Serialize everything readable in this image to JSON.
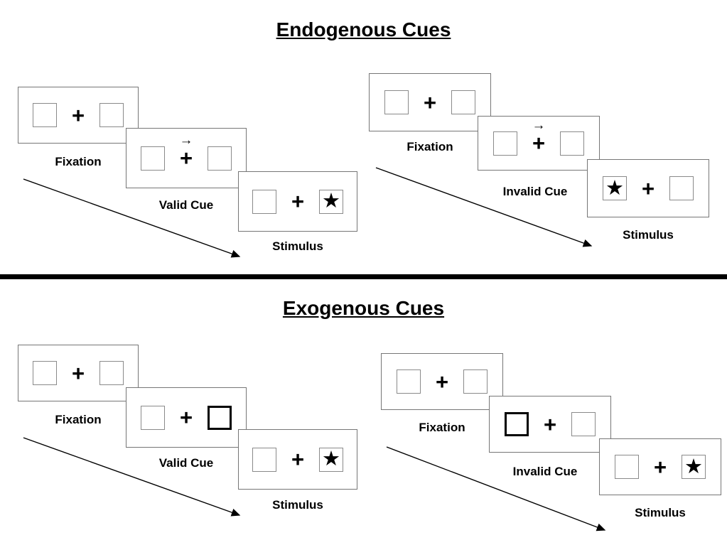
{
  "sections": [
    {
      "title": "Endogenous Cues",
      "panels": [
        {
          "cards": [
            {
              "label": "Fixation",
              "plus": "+",
              "arrow": "",
              "left": {
                "glyph": "",
                "weight": "normal"
              },
              "right": {
                "glyph": "",
                "weight": "normal"
              }
            },
            {
              "label": "Valid Cue",
              "plus": "+",
              "arrow": "→",
              "left": {
                "glyph": "",
                "weight": "normal"
              },
              "right": {
                "glyph": "",
                "weight": "normal"
              }
            },
            {
              "label": "Stimulus",
              "plus": "+",
              "arrow": "",
              "left": {
                "glyph": "",
                "weight": "normal"
              },
              "right": {
                "glyph": "★",
                "weight": "normal"
              }
            }
          ]
        },
        {
          "cards": [
            {
              "label": "Fixation",
              "plus": "+",
              "arrow": "",
              "left": {
                "glyph": "",
                "weight": "normal"
              },
              "right": {
                "glyph": "",
                "weight": "normal"
              }
            },
            {
              "label": "Invalid Cue",
              "plus": "+",
              "arrow": "→",
              "left": {
                "glyph": "",
                "weight": "normal"
              },
              "right": {
                "glyph": "",
                "weight": "normal"
              }
            },
            {
              "label": "Stimulus",
              "plus": "+",
              "arrow": "",
              "left": {
                "glyph": "★",
                "weight": "normal"
              },
              "right": {
                "glyph": "",
                "weight": "normal"
              }
            }
          ]
        }
      ]
    },
    {
      "title": "Exogenous Cues",
      "panels": [
        {
          "cards": [
            {
              "label": "Fixation",
              "plus": "+",
              "arrow": "",
              "left": {
                "glyph": "",
                "weight": "normal"
              },
              "right": {
                "glyph": "",
                "weight": "normal"
              }
            },
            {
              "label": "Valid Cue",
              "plus": "+",
              "arrow": "",
              "left": {
                "glyph": "",
                "weight": "normal"
              },
              "right": {
                "glyph": "",
                "weight": "bold"
              }
            },
            {
              "label": "Stimulus",
              "plus": "+",
              "arrow": "",
              "left": {
                "glyph": "",
                "weight": "normal"
              },
              "right": {
                "glyph": "★",
                "weight": "normal"
              }
            }
          ]
        },
        {
          "cards": [
            {
              "label": "Fixation",
              "plus": "+",
              "arrow": "",
              "left": {
                "glyph": "",
                "weight": "normal"
              },
              "right": {
                "glyph": "",
                "weight": "normal"
              }
            },
            {
              "label": "Invalid Cue",
              "plus": "+",
              "arrow": "",
              "left": {
                "glyph": "",
                "weight": "bold"
              },
              "right": {
                "glyph": "",
                "weight": "normal"
              }
            },
            {
              "label": "Stimulus",
              "plus": "+",
              "arrow": "",
              "left": {
                "glyph": "",
                "weight": "normal"
              },
              "right": {
                "glyph": "★",
                "weight": "normal"
              }
            }
          ]
        }
      ]
    }
  ],
  "colors": {
    "ink": "#000000",
    "card_border": "#767676",
    "box_border": "#8a8a8a"
  }
}
